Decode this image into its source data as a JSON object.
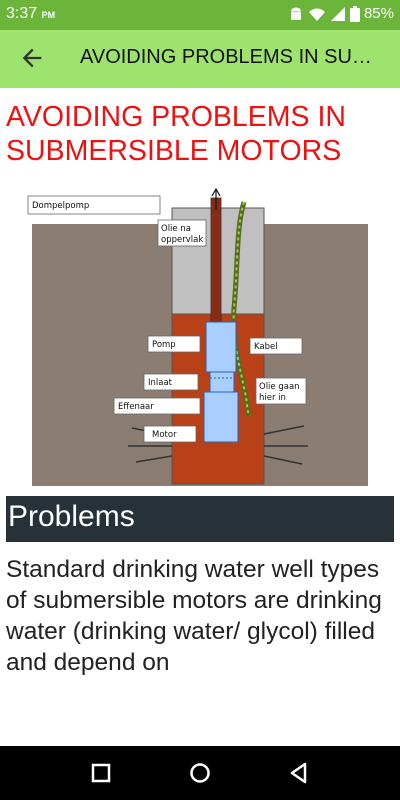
{
  "status_bar": {
    "time": "3:37",
    "ampm": "PM",
    "battery": "85%",
    "icons": [
      "android-icon",
      "wifi-icon",
      "signal-icon",
      "battery-icon"
    ]
  },
  "toolbar": {
    "title": "AVOIDING PROBLEMS IN SU…",
    "back_icon": "arrow-back-icon"
  },
  "article": {
    "heading": "AVOIDING PROBLEMS IN SUBMERSIBLE MOTORS",
    "section_title": "Problems",
    "paragraph": "Standard drinking water well types of submersible motors are drinking water (drinking water/ glycol) filled and depend on"
  },
  "diagram": {
    "labels": {
      "dompelpomp": "Dompelpomp",
      "olie_na": "Olie na",
      "oppervlak": "oppervlak",
      "pomp": "Pomp",
      "kabel": "Kabel",
      "inlaat": "Inlaat",
      "olie_gaan": "Olie gaan",
      "hier_in": "hier in",
      "effenaar": "Effenaar",
      "motor": "Motor"
    }
  },
  "nav_bar": {
    "icons": [
      "recent-apps-icon",
      "home-icon",
      "back-triangle-icon"
    ]
  },
  "colors": {
    "status_bar": "#6bb63a",
    "toolbar": "#9fe36f",
    "heading": "#ee1111",
    "section_bg": "#263238"
  }
}
